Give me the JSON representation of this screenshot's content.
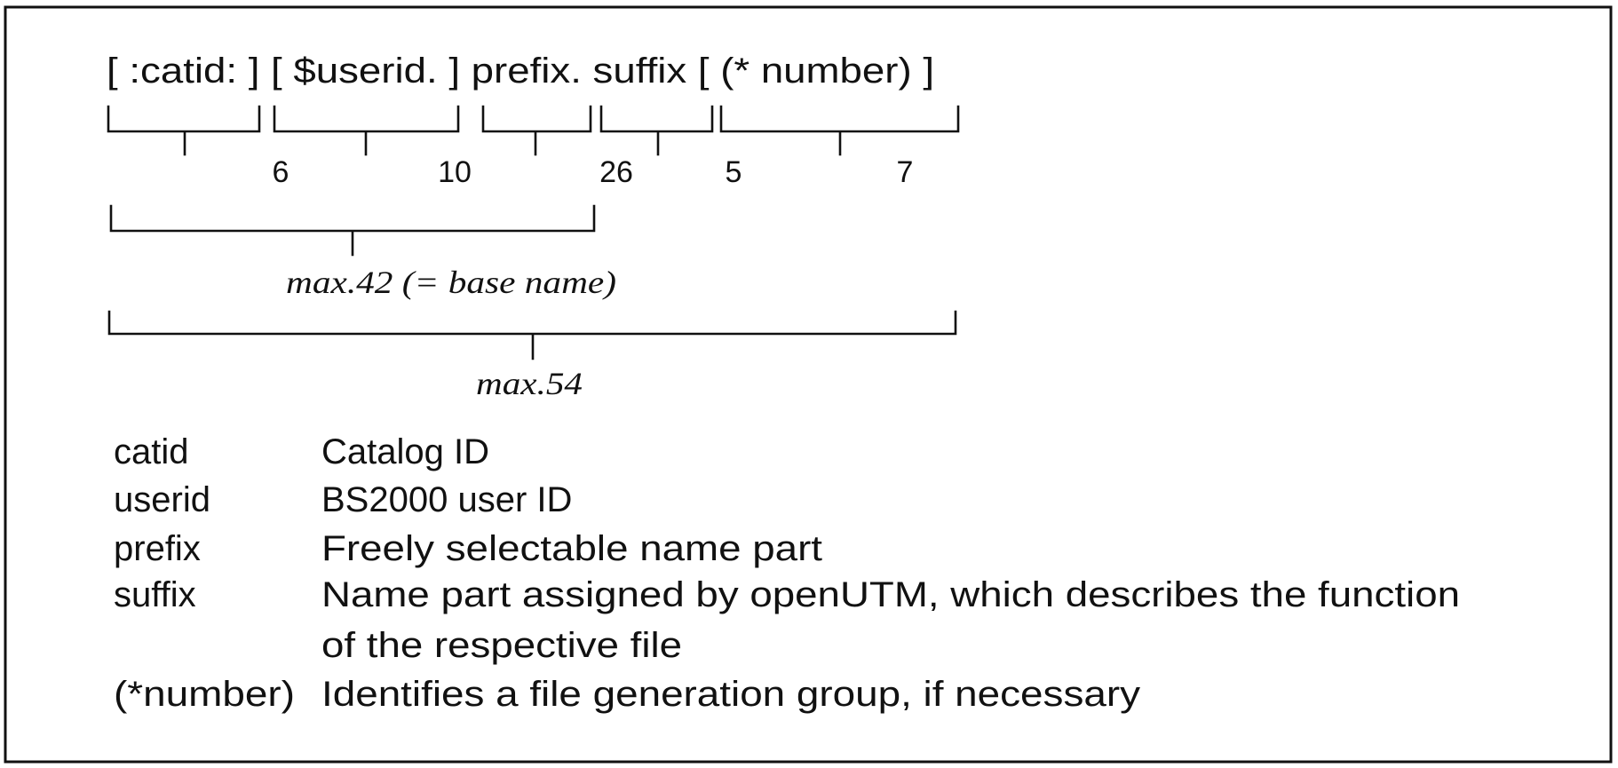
{
  "syntax": {
    "line": "[ :catid: ] [ $userid. ] prefix. suffix [ (* number) ]"
  },
  "segment_lengths": [
    "6",
    "10",
    "26",
    "5",
    "7"
  ],
  "spans": {
    "base_name": "max.42 (= base name)",
    "total": "max.54"
  },
  "legend": [
    {
      "term": "catid",
      "description": [
        "Catalog ID"
      ]
    },
    {
      "term": "userid",
      "description": [
        "BS2000 user ID"
      ]
    },
    {
      "term": "prefix",
      "description": [
        "Freely selectable name part"
      ]
    },
    {
      "term": "suffix",
      "description": [
        "Name part assigned by openUTM, which describes the function",
        "of the respective file"
      ]
    },
    {
      "term": "(*number)",
      "description": [
        "Identifies a file generation group, if necessary"
      ]
    }
  ]
}
